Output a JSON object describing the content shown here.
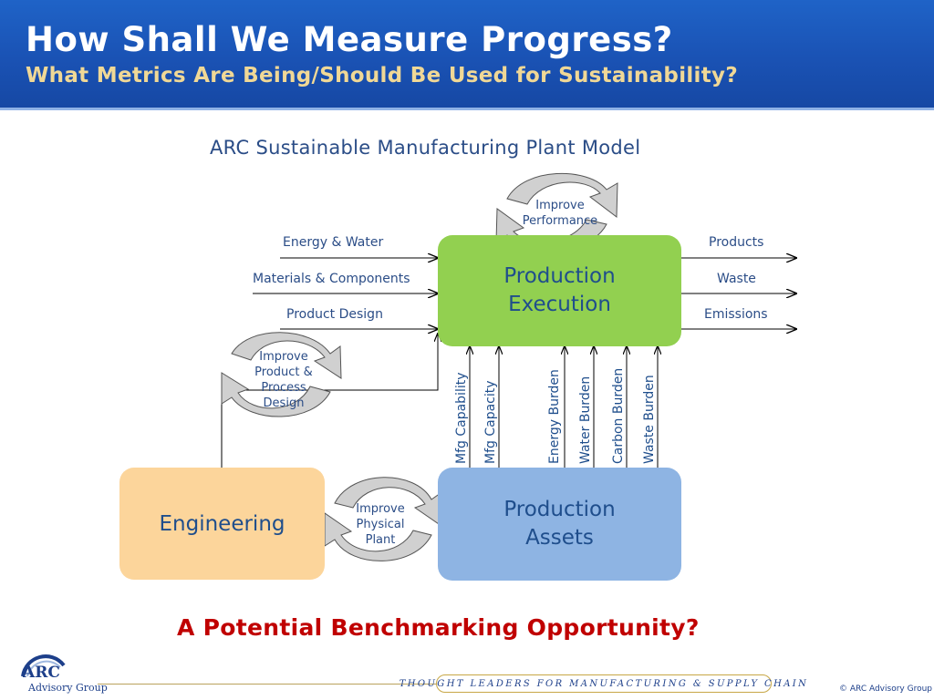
{
  "header": {
    "title": "How Shall We Measure Progress?",
    "subtitle": "What Metrics Are Being/Should Be Used for Sustainability?"
  },
  "model": {
    "title": "ARC Sustainable Manufacturing Plant Model",
    "inputs": [
      "Energy & Water",
      "Materials & Components",
      "Product Design"
    ],
    "outputs": [
      "Products",
      "Waste",
      "Emissions"
    ],
    "boxes": {
      "production_execution": [
        "Production",
        "Execution"
      ],
      "production_assets": [
        "Production",
        "Assets"
      ],
      "engineering": "Engineering"
    },
    "cycles": {
      "improve_performance": [
        "Improve",
        "Performance"
      ],
      "improve_product_process": [
        "Improve",
        "Product &",
        "Process",
        "Design"
      ],
      "improve_physical_plant": [
        "Improve",
        "Physical",
        "Plant"
      ]
    },
    "vertical_labels": [
      "Mfg Capability",
      "Mfg Capacity",
      "Energy Burden",
      "Water Burden",
      "Carbon Burden",
      "Waste Burden"
    ]
  },
  "benchmark": "A Potential Benchmarking Opportunity?",
  "footer": {
    "logo_text": "ARC",
    "logo_subtext": "Advisory Group",
    "tagline": "THOUGHT LEADERS FOR MANUFACTURING & SUPPLY CHAIN",
    "copyright": "© ARC Advisory Group"
  },
  "colors": {
    "header_blue": "#1a52b4",
    "title_white": "#ffffff",
    "subtitle_gold": "#f0d896",
    "production_execution_green": "#92d050",
    "production_assets_blue": "#8eb4e3",
    "engineering_orange": "#fcd59b",
    "benchmark_red": "#c00000"
  }
}
